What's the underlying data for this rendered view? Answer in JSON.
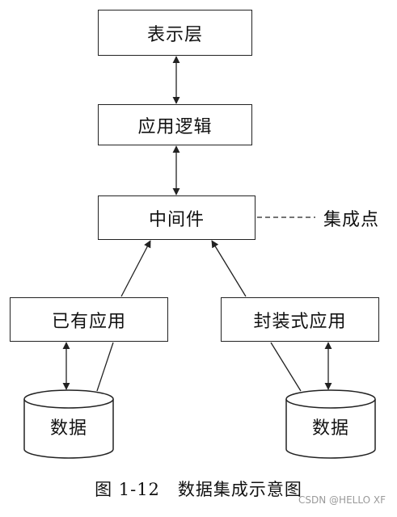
{
  "diagram": {
    "layers": {
      "presentation": "表示层",
      "app_logic": "应用逻辑",
      "middleware": "中间件"
    },
    "applications": {
      "existing": "已有应用",
      "packaged": "封装式应用"
    },
    "data_stores": {
      "left": "数据",
      "right": "数据"
    },
    "annotation": "集成点"
  },
  "caption": {
    "number": "图 1-12",
    "title": "数据集成示意图"
  },
  "watermark": "CSDN @HELLO XF"
}
